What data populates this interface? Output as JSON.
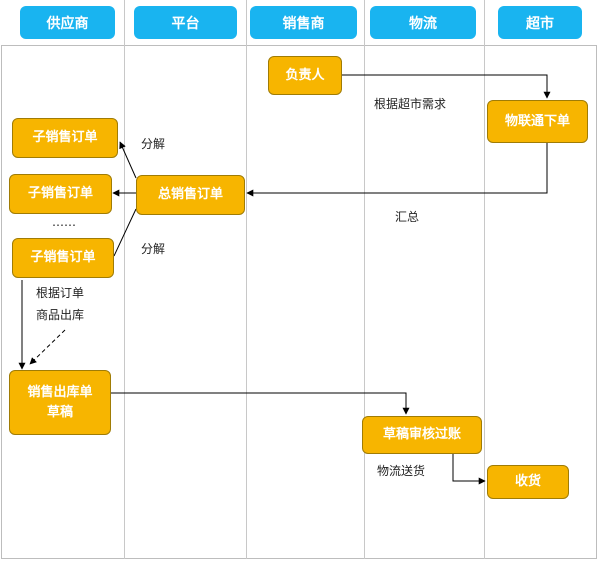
{
  "lanes": [
    {
      "name": "供应商"
    },
    {
      "name": "平台"
    },
    {
      "name": "销售商"
    },
    {
      "name": "物流"
    },
    {
      "name": "超市"
    }
  ],
  "nodes": {
    "manager": "负责人",
    "superlink_order": "物联通下单",
    "total_order": "总销售订单",
    "sub_order_1": "子销售订单",
    "sub_order_2": "子销售订单",
    "sub_order_3": "子销售订单",
    "outbound_draft": "销售出库单\n草稿",
    "draft_review": "草稿审核过账",
    "receive": "收货"
  },
  "labels": {
    "market_demand": "根据超市需求",
    "split_top": "分解",
    "summary": "汇总",
    "ellipsis": "……",
    "split_bottom": "分解",
    "by_order_outbound": "根据订单\n商品出库",
    "logistics_delivery": "物流送货"
  },
  "colors": {
    "header": "#19b4f0",
    "node_fill": "#f7b500",
    "node_border": "#a07c05",
    "line": "#000000"
  }
}
